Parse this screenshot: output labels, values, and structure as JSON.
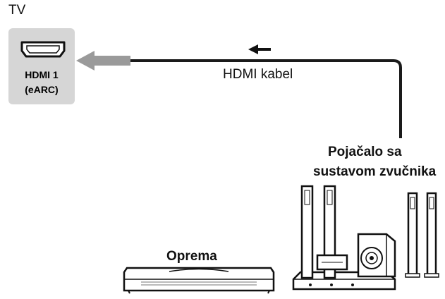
{
  "tv": {
    "label": "TV"
  },
  "port": {
    "name": "HDMI 1",
    "sub": "(eARC)"
  },
  "cable": {
    "label": "HDMI kabel"
  },
  "amplifier": {
    "line1": "Pojačalo sa",
    "line2": "sustavom zvučnika"
  },
  "device": {
    "label": "Oprema"
  },
  "icons": {
    "hdmi_port": "hdmi-port-icon",
    "direction_arrow": "arrow-left-icon",
    "cable_plug": "hdmi-plug-icon",
    "speaker_system": "home-theater-speakers-icon",
    "equipment": "blu-ray-player-icon"
  },
  "colors": {
    "port_box": "#d6d6d6",
    "plug": "#9a9a9a",
    "line": "#1a1a1a"
  }
}
